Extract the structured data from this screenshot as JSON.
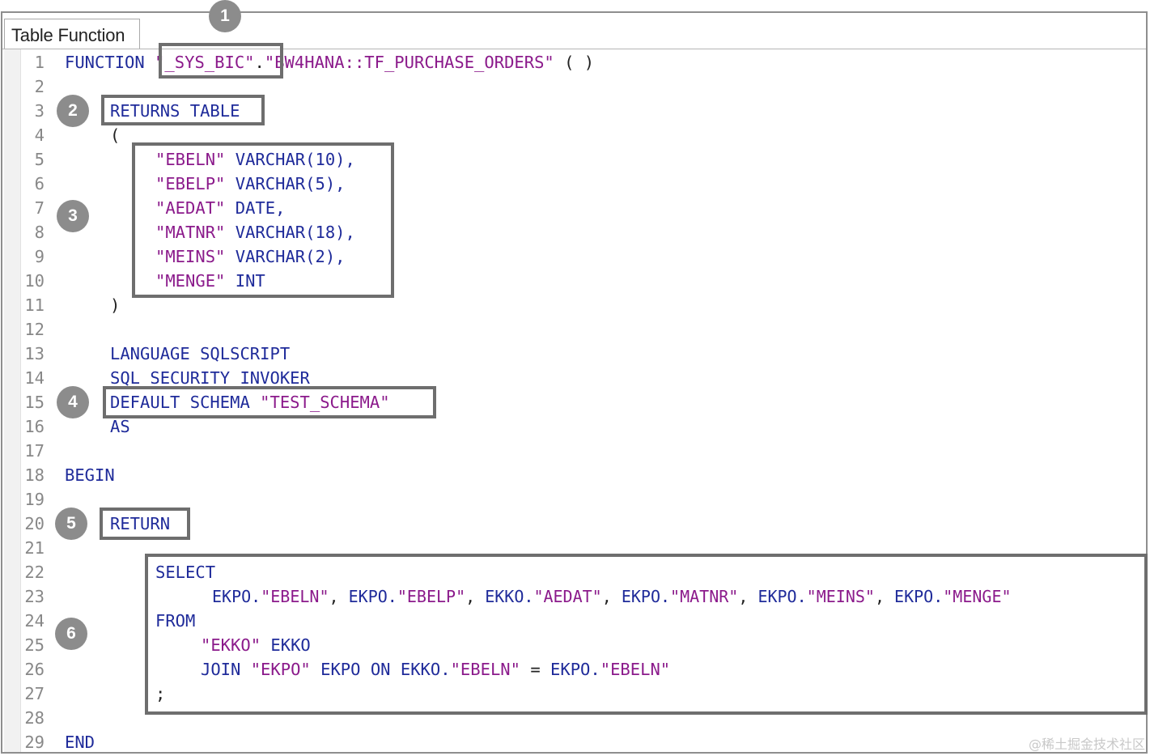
{
  "tab": {
    "label": "Table Function"
  },
  "line_numbers": [
    "1",
    "2",
    "3",
    "4",
    "5",
    "6",
    "7",
    "8",
    "9",
    "10",
    "11",
    "12",
    "13",
    "14",
    "15",
    "16",
    "17",
    "18",
    "19",
    "20",
    "21",
    "22",
    "23",
    "24",
    "25",
    "26",
    "27",
    "28",
    "29"
  ],
  "code": {
    "l1_kw": "FUNCTION",
    "l1_schema": "\"_SYS_BIC\"",
    "l1_dot": ".",
    "l1_name": "\"BW4HANA::TF_PURCHASE_ORDERS\"",
    "l1_parens": " ( )",
    "l3": "RETURNS TABLE",
    "l4": "(",
    "l5_col": "\"EBELN\"",
    "l5_type": " VARCHAR(10),",
    "l6_col": "\"EBELP\"",
    "l6_type": " VARCHAR(5),",
    "l7_col": "\"AEDAT\"",
    "l7_type": " DATE,",
    "l8_col": "\"MATNR\"",
    "l8_type": " VARCHAR(18),",
    "l9_col": "\"MEINS\"",
    "l9_type": " VARCHAR(2),",
    "l10_col": "\"MENGE\"",
    "l10_type": " INT",
    "l11": ")",
    "l13": "LANGUAGE SQLSCRIPT",
    "l14": "SQL SECURITY INVOKER",
    "l15_kw": "DEFAULT SCHEMA ",
    "l15_str": "\"TEST_SCHEMA\"",
    "l16": "AS",
    "l18": "BEGIN",
    "l20": "RETURN",
    "l22": "SELECT",
    "l23": [
      {
        "t": "EKPO.",
        "c": "kw"
      },
      {
        "t": "\"EBELN\"",
        "c": "str"
      },
      {
        "t": ", ",
        "c": "pl"
      },
      {
        "t": "EKPO.",
        "c": "kw"
      },
      {
        "t": "\"EBELP\"",
        "c": "str"
      },
      {
        "t": ", ",
        "c": "pl"
      },
      {
        "t": "EKKO.",
        "c": "kw"
      },
      {
        "t": "\"AEDAT\"",
        "c": "str"
      },
      {
        "t": ", ",
        "c": "pl"
      },
      {
        "t": "EKPO.",
        "c": "kw"
      },
      {
        "t": "\"MATNR\"",
        "c": "str"
      },
      {
        "t": ", ",
        "c": "pl"
      },
      {
        "t": "EKPO.",
        "c": "kw"
      },
      {
        "t": "\"MEINS\"",
        "c": "str"
      },
      {
        "t": ", ",
        "c": "pl"
      },
      {
        "t": "EKPO.",
        "c": "kw"
      },
      {
        "t": "\"MENGE\"",
        "c": "str"
      }
    ],
    "l24": "FROM",
    "l25_str": "\"EKKO\"",
    "l25_alias": " EKKO",
    "l26": [
      {
        "t": "JOIN ",
        "c": "kw"
      },
      {
        "t": "\"EKPO\"",
        "c": "str"
      },
      {
        "t": " EKPO ON EKKO.",
        "c": "kw"
      },
      {
        "t": "\"EBELN\"",
        "c": "str"
      },
      {
        "t": " = ",
        "c": "pl"
      },
      {
        "t": "EKPO.",
        "c": "kw"
      },
      {
        "t": "\"EBELN\"",
        "c": "str"
      }
    ],
    "l27": ";",
    "l29": "END"
  },
  "callouts": [
    "1",
    "2",
    "3",
    "4",
    "5",
    "6"
  ],
  "colors": {
    "keyword": "#1f2b9a",
    "string": "#8b1a8b",
    "box": "#6e6e6e",
    "badge": "#8c8c8c"
  },
  "watermark": "@稀土掘金技术社区"
}
